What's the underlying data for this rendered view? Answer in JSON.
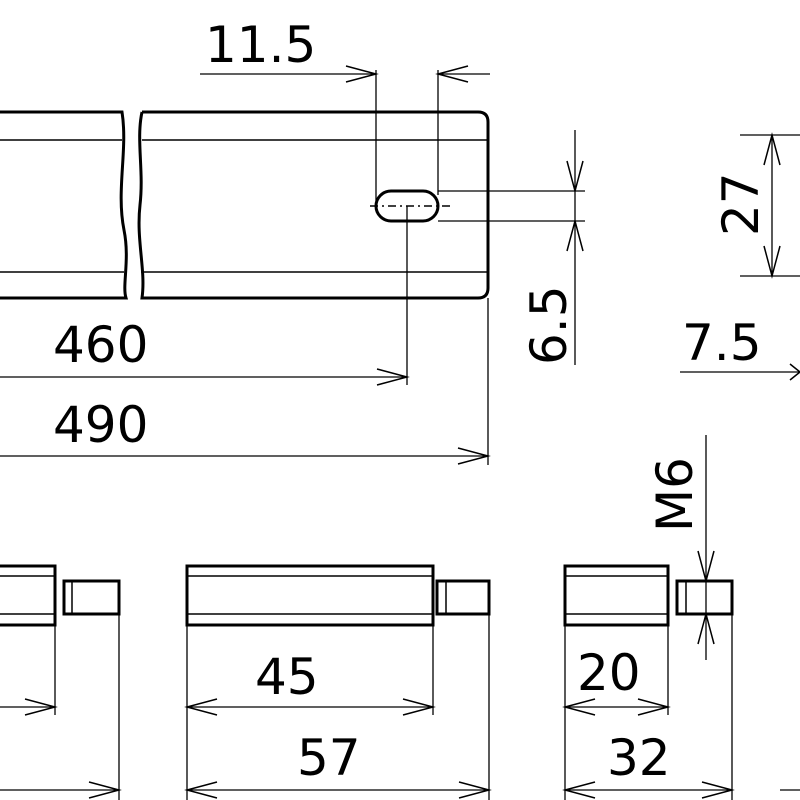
{
  "dimensions": {
    "slot_pitch": "11.5",
    "slot_width": "6.5",
    "rail_height": "27",
    "edge_offset": "7.5",
    "hole_distance": "460",
    "rail_length": "490",
    "thread": "M6",
    "bolt_mid_body": "45",
    "bolt_mid_total": "57",
    "bolt_right_body": "20",
    "bolt_right_total": "32"
  },
  "colors": {
    "line": "#000000",
    "background": "#ffffff"
  }
}
